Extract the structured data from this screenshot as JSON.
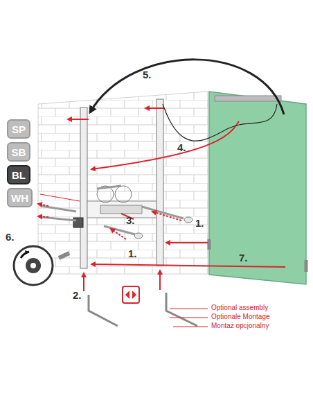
{
  "diagram": {
    "nodes": [
      {
        "text": [
          "SP"
        ]
      },
      {
        "text": [
          "SB"
        ]
      },
      {
        "text": [
          "BL"
        ]
      },
      {
        "text": [
          "WH"
        ]
      }
    ],
    "labels": [
      "5.",
      "4.",
      "3.",
      "1.",
      "1.",
      "6.",
      "7.",
      "2.",
      "Optional assembly",
      "Optionale Montage",
      "Montaż opcjonalny"
    ]
  }
}
